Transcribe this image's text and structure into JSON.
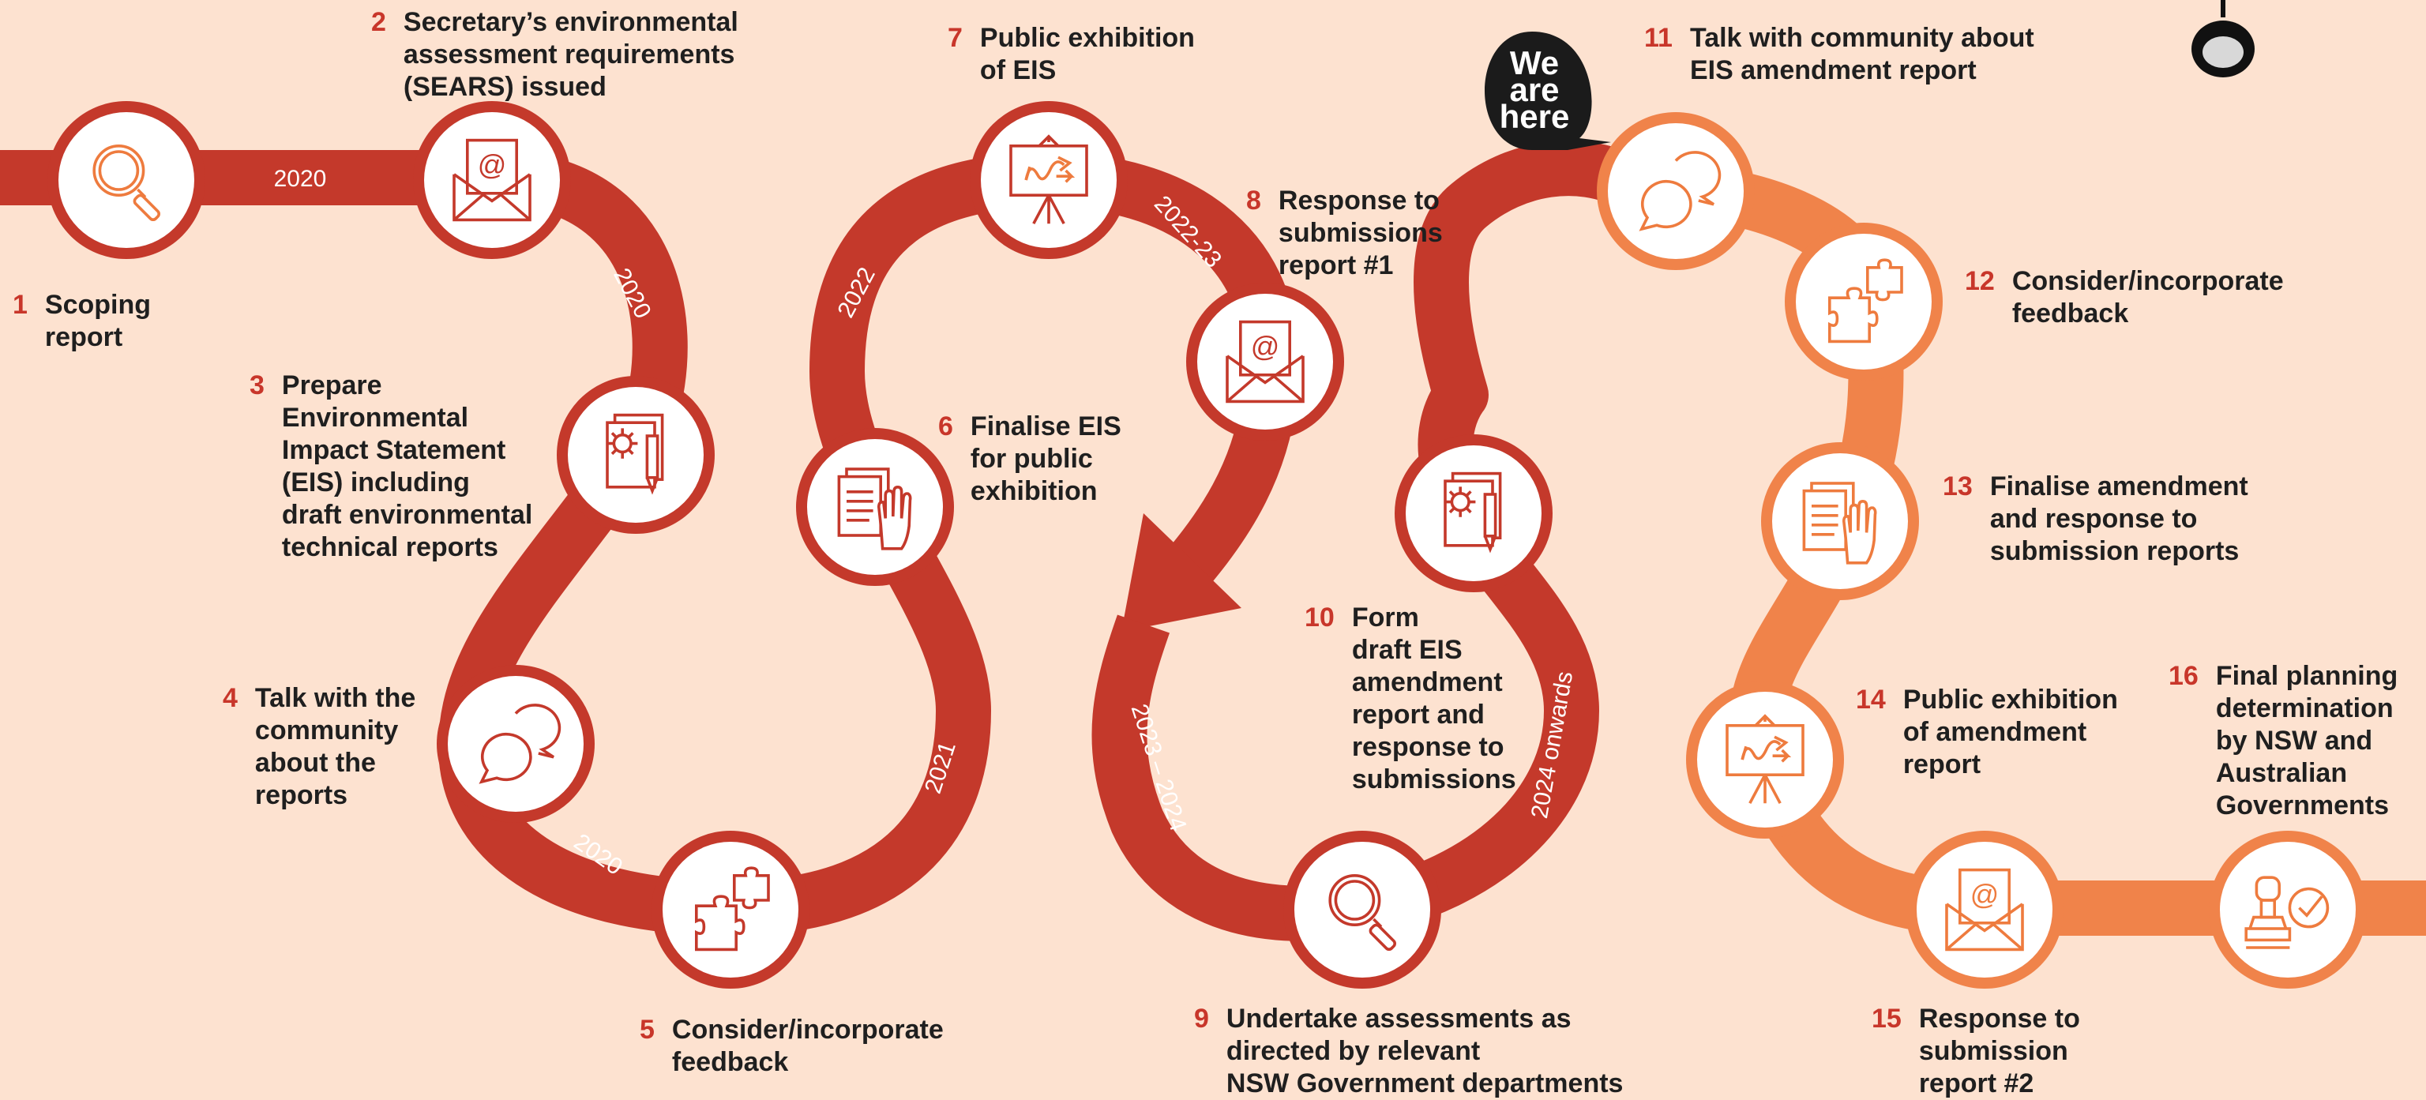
{
  "colors": {
    "background": "#fde2d0",
    "track_red": "#c4392b",
    "track_orange": "#f0834a",
    "number_red": "#c8362a",
    "icon_orange": "#ee7b3e",
    "icon_red": "#c4392b"
  },
  "year_labels": {
    "y2020_top": "2020",
    "y2020_right": "2020",
    "y2020_bottom": "2020",
    "y2021": "2021",
    "y2022": "2022",
    "y2022_23": "2022-23",
    "y2023_2024": "2023 – 2024",
    "y2024_onwards": "2024 onwards"
  },
  "we_are_here": [
    "We",
    "are",
    "here"
  ],
  "steps": [
    {
      "number": "1",
      "text": "Scoping\nreport",
      "icon": "magnifier-icon"
    },
    {
      "number": "2",
      "text": "Secretary’s environmental\nassessment requirements\n(SEARS) issued",
      "icon": "email-envelope-icon"
    },
    {
      "number": "3",
      "text": "Prepare\nEnvironmental\nImpact Statement\n(EIS) including\ndraft environmental\ntechnical reports",
      "icon": "document-gear-pencil-icon"
    },
    {
      "number": "4",
      "text": "Talk with the\ncommunity\nabout the\nreports",
      "icon": "speech-bubbles-icon"
    },
    {
      "number": "5",
      "text": "Consider/incorporate\nfeedback",
      "icon": "puzzle-icon"
    },
    {
      "number": "6",
      "text": "Finalise EIS\nfor public\nexhibition",
      "icon": "documents-hand-icon"
    },
    {
      "number": "7",
      "text": "Public exhibition\nof EIS",
      "icon": "presentation-board-icon"
    },
    {
      "number": "8",
      "text": "Response to\nsubmissions\nreport #1",
      "icon": "email-envelope-icon"
    },
    {
      "number": "9",
      "text": "Undertake assessments as\ndirected by relevant\nNSW Government departments",
      "icon": "magnifier-icon"
    },
    {
      "number": "10",
      "text": "Form\ndraft EIS\namendment\nreport and\nresponse to\nsubmissions",
      "icon": "document-gear-pencil-icon"
    },
    {
      "number": "11",
      "text": "Talk with community about\nEIS amendment report",
      "icon": "speech-bubbles-icon"
    },
    {
      "number": "12",
      "text": "Consider/incorporate\nfeedback",
      "icon": "puzzle-icon"
    },
    {
      "number": "13",
      "text": "Finalise amendment\nand response to\nsubmission reports",
      "icon": "documents-hand-icon"
    },
    {
      "number": "14",
      "text": "Public exhibition\nof amendment\nreport",
      "icon": "presentation-board-icon"
    },
    {
      "number": "15",
      "text": "Response to\nsubmission\nreport #2",
      "icon": "email-envelope-icon"
    },
    {
      "number": "16",
      "text": "Final planning\ndetermination\nby NSW and\nAustralian\nGovernments",
      "icon": "approval-stamp-icon"
    }
  ]
}
